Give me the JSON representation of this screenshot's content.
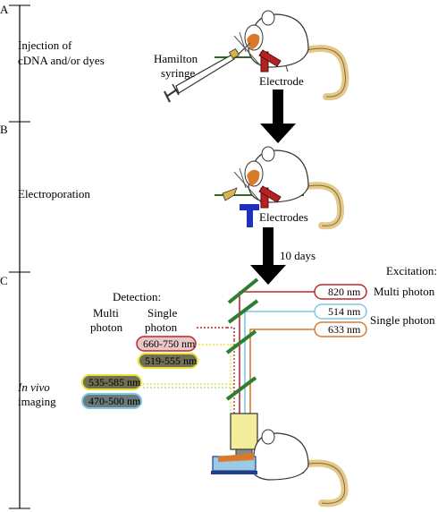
{
  "timeline": {
    "step_a": "A",
    "step_b": "B",
    "step_c": "C",
    "injection_line1": "Injection of",
    "injection_line2": "cDNA and/or dyes",
    "electroporation": "Electroporation",
    "in_vivo": "In vivo",
    "imaging": "imaging"
  },
  "panel_a": {
    "syringe_line1": "Hamilton",
    "syringe_line2": "syringe",
    "electrode": "Electrode"
  },
  "panel_b": {
    "electrodes": "Electrodes",
    "interval": "10 days"
  },
  "panel_c": {
    "excitation": "Excitation:",
    "multi_photon": "Multi photon",
    "single_photon": "Single photon",
    "detection": "Detection:",
    "det_multi_line1": "Multi",
    "det_multi_line2": "photon",
    "det_single_line1": "Single",
    "det_single_line2": "photon",
    "laser_820": "820 nm",
    "laser_514": "514 nm",
    "laser_633": "633 nm",
    "filter_660_750": "660-750 nm",
    "filter_519_555": "519-555 nm",
    "filter_535_585": "535-585 nm",
    "filter_470_500": "470-500 nm"
  },
  "colors": {
    "red_beam": "#c0272d",
    "blue_beam": "#7fc6e8",
    "orange_beam": "#d97a2b",
    "mirror_green": "#2e7d32",
    "yellow_outline": "#e8e23a",
    "box_dark": "#6f6f52",
    "electrode_red": "#b22222",
    "electrode_blue": "#1f2fbf",
    "tail": "#e3c98b"
  }
}
